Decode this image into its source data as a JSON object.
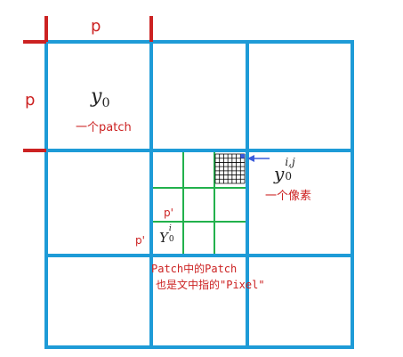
{
  "labels": {
    "p_top": "p",
    "p_left": "p",
    "y0_symbol": "y",
    "y0_sub": "0",
    "one_patch": "一个patch",
    "pixel_symbol": "y",
    "pixel_sub": "0",
    "pixel_sup": "i,j",
    "one_pixel": "一个像素",
    "p_prime_inner": "p'",
    "p_prime_outer": "p'",
    "Y0i_symbol": "Y",
    "Y0i_sub": "0",
    "Y0i_sup": "i",
    "caption_line1": "Patch中的Patch",
    "caption_line2": "也是文中指的\"Pixel\""
  },
  "colors": {
    "outer_grid": "#1e9bd7",
    "inner_grid": "#22b14c",
    "marker": "#cc2222",
    "text_red": "#cc2222",
    "pixel_grid": "#000000",
    "arrow": "#3b5bdb"
  }
}
